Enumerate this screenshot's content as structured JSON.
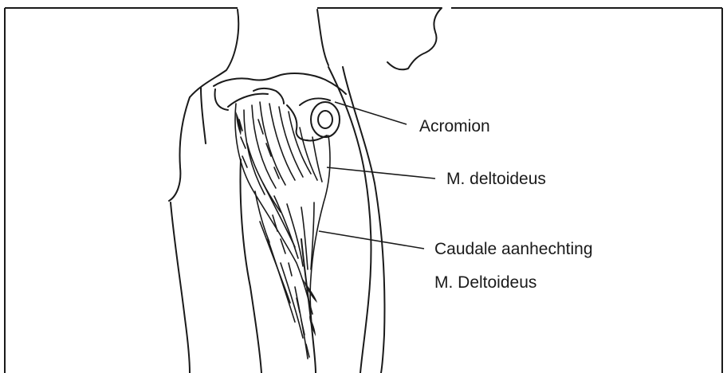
{
  "figure": {
    "labels": {
      "acromion": "Acromion",
      "deltoid": "M. deltoideus",
      "caudal_line1": "Caudale aanhechting",
      "caudal_line2": "M. Deltoideus"
    }
  }
}
